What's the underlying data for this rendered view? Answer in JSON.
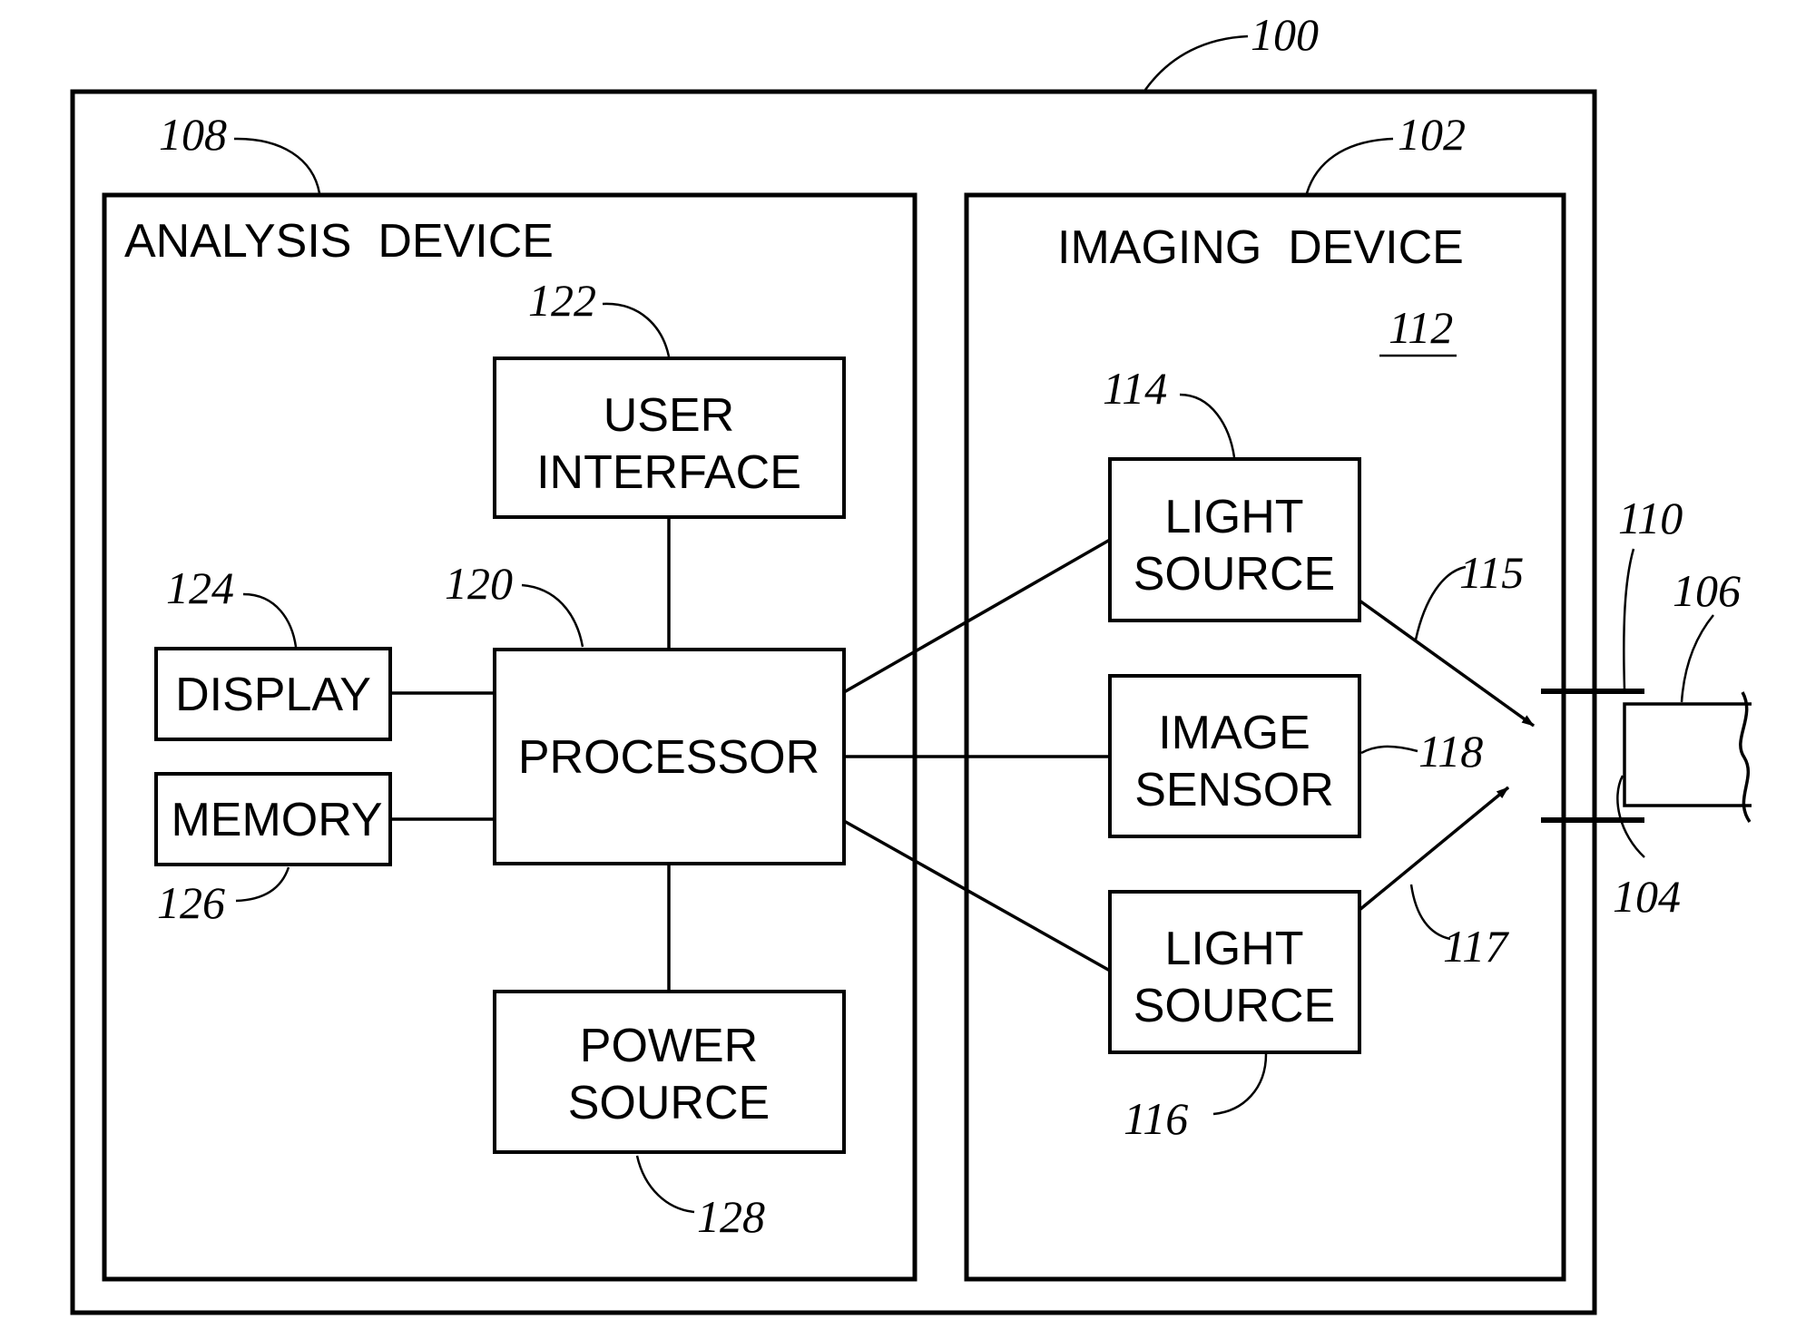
{
  "diagram": {
    "system": {
      "ref": "100"
    },
    "analysis_device": {
      "ref": "108",
      "title": "ANALYSIS  DEVICE",
      "user_interface": {
        "ref": "122",
        "line1": "USER",
        "line2": "INTERFACE"
      },
      "processor": {
        "ref": "120",
        "label": "PROCESSOR"
      },
      "display": {
        "ref": "124",
        "label": "DISPLAY"
      },
      "memory": {
        "ref": "126",
        "label": "MEMORY"
      },
      "power_source": {
        "ref": "128",
        "line1": "POWER",
        "line2": "SOURCE"
      }
    },
    "imaging_device": {
      "ref": "102",
      "title": "IMAGING  DEVICE",
      "housing_ref": "112",
      "light_source_top": {
        "ref": "114",
        "line1": "LIGHT",
        "line2": "SOURCE"
      },
      "image_sensor": {
        "ref": "118",
        "line1": "IMAGE",
        "line2": "SENSOR"
      },
      "light_source_bottom": {
        "ref": "116",
        "line1": "LIGHT",
        "line2": "SOURCE"
      }
    },
    "light_path_top": {
      "ref": "115"
    },
    "light_path_bottom": {
      "ref": "117"
    },
    "aperture": {
      "ref": "110"
    },
    "object": {
      "ref": "106"
    },
    "object_surface": {
      "ref": "104"
    }
  }
}
